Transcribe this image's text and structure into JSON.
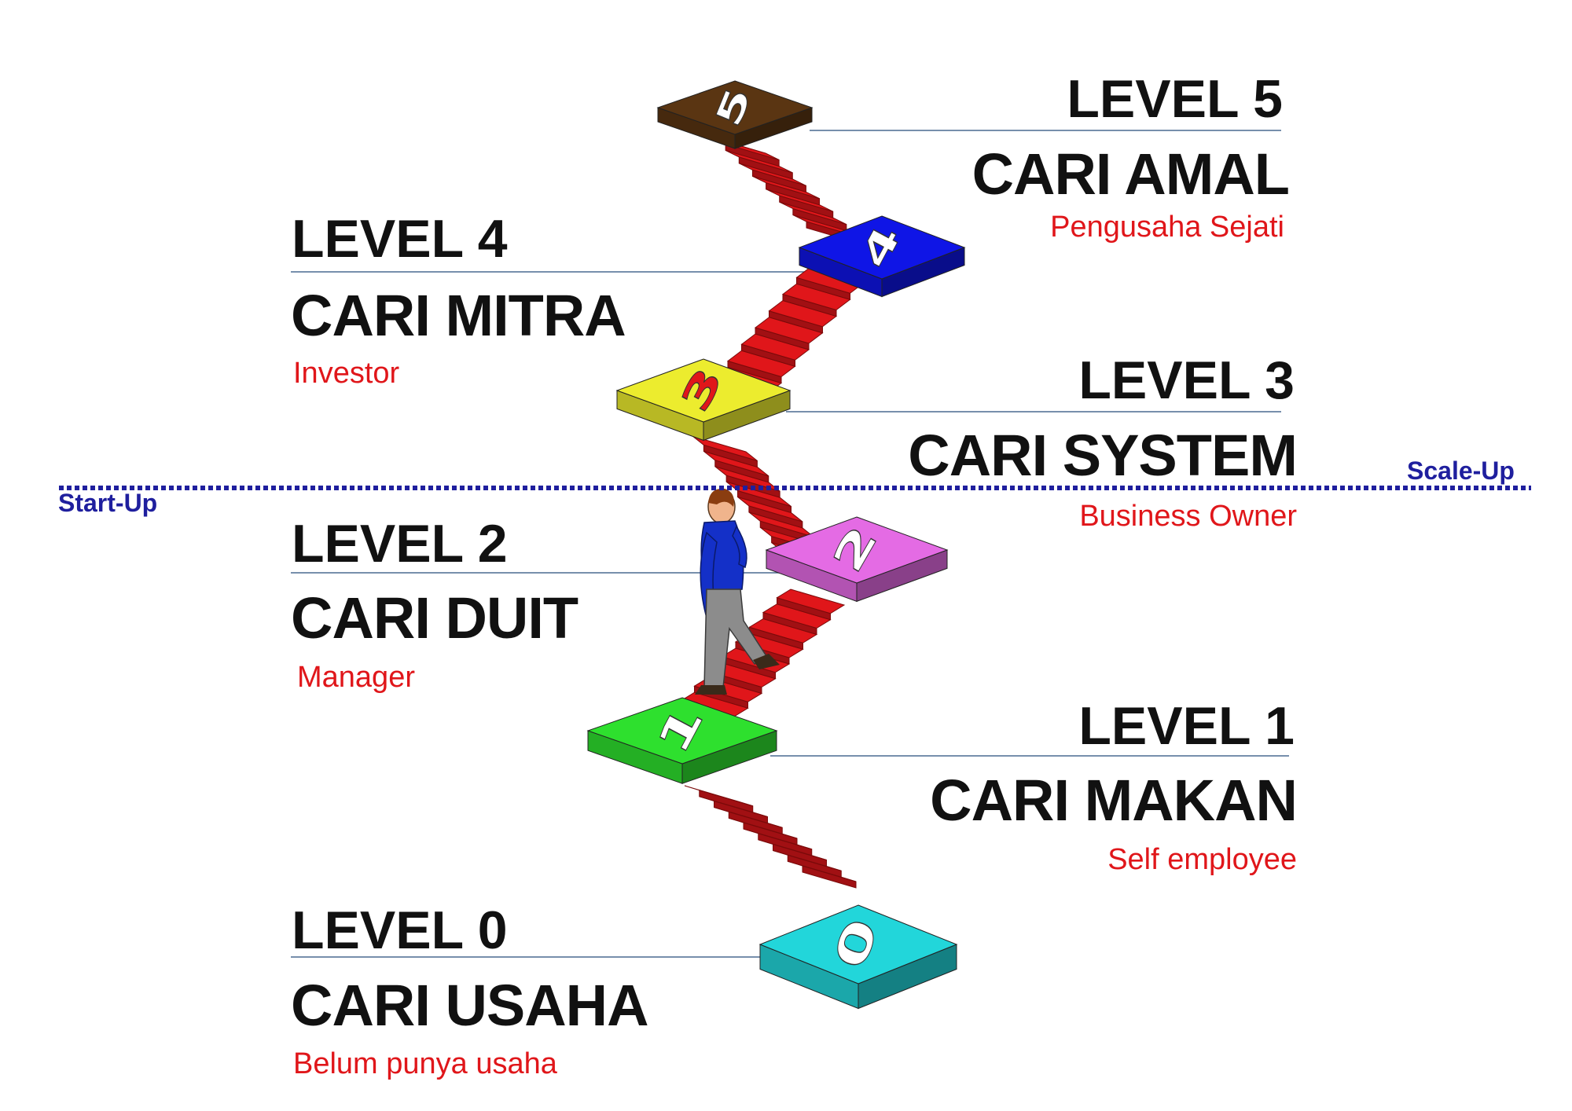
{
  "phases": {
    "start": "Start-Up",
    "scale": "Scale-Up"
  },
  "levels": [
    {
      "digit": "0",
      "level": "LEVEL  0",
      "name": "CARI USAHA",
      "role": "Belum punya usaha",
      "color": "#22d6da"
    },
    {
      "digit": "1",
      "level": "LEVEL  1",
      "name": "CARI MAKAN",
      "role": "Self employee",
      "color": "#2ee02e"
    },
    {
      "digit": "2",
      "level": "LEVEL  2",
      "name": "CARI DUIT",
      "role": "Manager",
      "color": "#e46be4"
    },
    {
      "digit": "3",
      "level": "LEVEL  3",
      "name": "CARI SYSTEM",
      "role": "Business Owner",
      "color": "#ecec2e"
    },
    {
      "digit": "4",
      "level": "LEVEL  4",
      "name": "CARI MITRA",
      "role": "Investor",
      "color": "#0f15e6"
    },
    {
      "digit": "5",
      "level": "LEVEL  5",
      "name": "CARI AMAL",
      "role": "Pengusaha Sejati",
      "color": "#5a3512"
    }
  ],
  "colors": {
    "stairs": "#e0161a",
    "phase_line": "#1f1f9e",
    "subtitle": "#e0161a"
  }
}
